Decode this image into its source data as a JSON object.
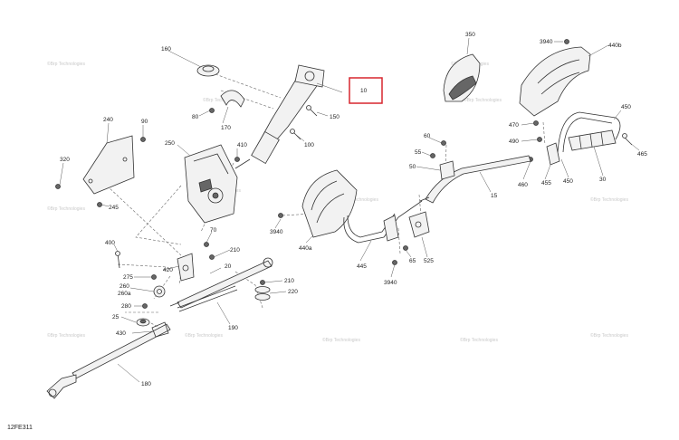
{
  "diagram_code": "12FE311",
  "highlight_color": "#d7262e",
  "watermark_text": "©Brp Technologies",
  "labels": [
    "160",
    "10",
    "80",
    "170",
    "150",
    "100",
    "240",
    "90",
    "250",
    "410",
    "320",
    "245",
    "400",
    "70",
    "210",
    "420",
    "275",
    "260",
    "260a",
    "20",
    "280",
    "25",
    "430",
    "190",
    "210",
    "220",
    "180",
    "350",
    "3940",
    "440b",
    "450",
    "470",
    "490",
    "60",
    "55",
    "50",
    "440a",
    "3940",
    "15",
    "30",
    "460",
    "455",
    "450",
    "465",
    "445",
    "65",
    "525",
    "3940"
  ]
}
